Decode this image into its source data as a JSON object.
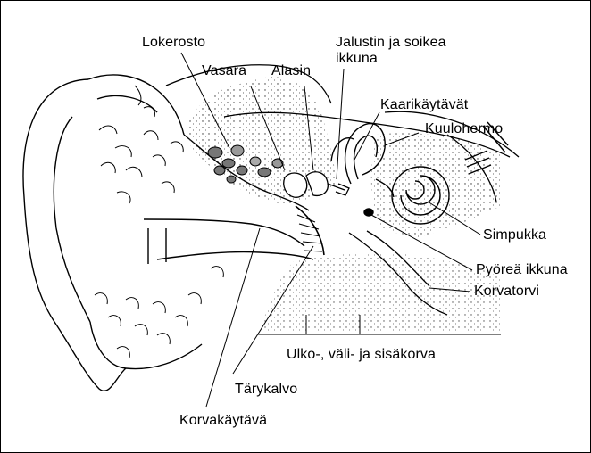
{
  "labels": {
    "lokerosto": "Lokerosto",
    "vasara": "Vasara",
    "alasin": "Alasin",
    "jalustin": "Jalustin ja soikea\nikkuna",
    "kaarikaytavat": "Kaarikäytävät",
    "kuulohermo": "Kuulohermo",
    "simpukka": "Simpukka",
    "pyorea_ikkuna": "Pyöreä ikkuna",
    "korvatorvi": "Korvatorvi",
    "sections": "Ulko-, väli- ja sisäkorva",
    "tarykalvo": "Tärykalvo",
    "korvakaytava": "Korvakäytävä"
  },
  "colors": {
    "line": "#000000",
    "background": "#ffffff",
    "stipple": "#333333"
  }
}
